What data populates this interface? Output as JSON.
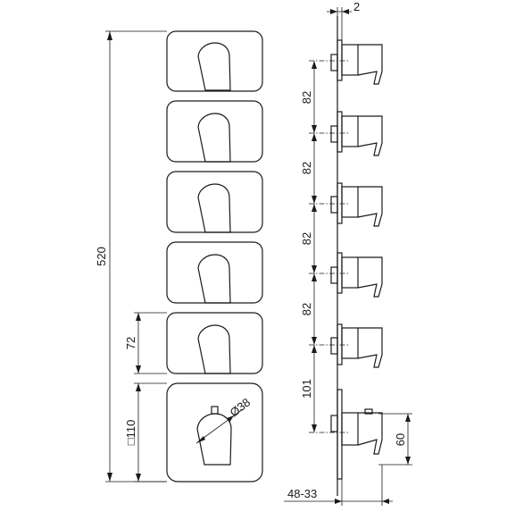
{
  "dimensions": {
    "total_height": "520",
    "spacing": [
      "82",
      "82",
      "82",
      "82",
      "101"
    ],
    "plate_height": "72",
    "bottom_plate": "□110",
    "handle_diameter": "Ø38",
    "top_offset": "2",
    "side_height": "60",
    "depth": "48-33"
  },
  "colors": {
    "line": "#1a1a1a",
    "background": "#ffffff"
  }
}
